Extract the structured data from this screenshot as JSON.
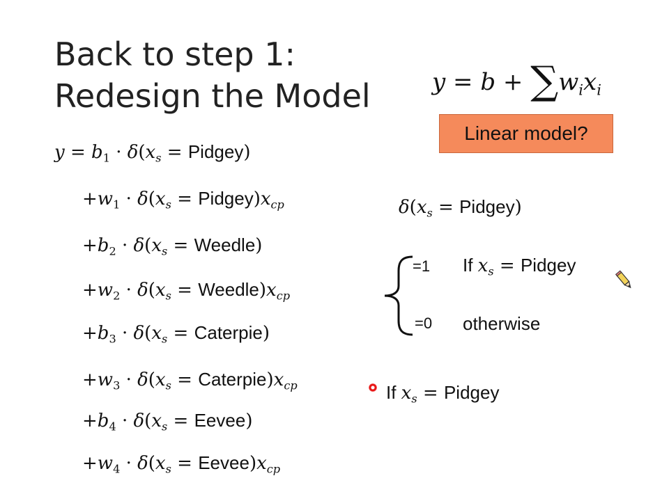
{
  "title": {
    "line1": "Back to step 1:",
    "line2": "Redesign the Model"
  },
  "top_formula": {
    "lhs": "y",
    "eq": " = ",
    "b": "b",
    "plus": " + ",
    "sum": "∑",
    "w": "w",
    "i1": "i",
    "x": "x",
    "i2": "i"
  },
  "linear_box": {
    "label": "Linear model?"
  },
  "equations": [
    {
      "prefix": "y = ",
      "coef": "b",
      "sub": "1",
      "name": "Pidgey",
      "xcp": false
    },
    {
      "prefix": "+",
      "coef": "w",
      "sub": "1",
      "name": "Pidgey",
      "xcp": true
    },
    {
      "prefix": "+",
      "coef": "b",
      "sub": "2",
      "name": "Weedle",
      "xcp": false
    },
    {
      "prefix": "+",
      "coef": "w",
      "sub": "2",
      "name": "Weedle",
      "xcp": true
    },
    {
      "prefix": "+",
      "coef": "b",
      "sub": "3",
      "name": "Caterpie",
      "xcp": false
    },
    {
      "prefix": "+",
      "coef": "w",
      "sub": "3",
      "name": "Caterpie",
      "xcp": true
    },
    {
      "prefix": "+",
      "coef": "b",
      "sub": "4",
      "name": "Eevee",
      "xcp": false
    },
    {
      "prefix": "+",
      "coef": "w",
      "sub": "4",
      "name": "Eevee",
      "xcp": true
    }
  ],
  "delta_definition": {
    "name": "Pidgey"
  },
  "cases": {
    "case1_value": "=1",
    "case1_if": "If ",
    "case1_name": "Pidgey",
    "case2_value": "=0",
    "case2_text": "otherwise"
  },
  "bottom_note": {
    "if": "If ",
    "name": "Pidgey"
  },
  "colors": {
    "box_fill": "#f58a5b",
    "laser": "#e81515"
  },
  "icons": [
    "laser-pointer-icon",
    "pencil-cursor-icon"
  ]
}
